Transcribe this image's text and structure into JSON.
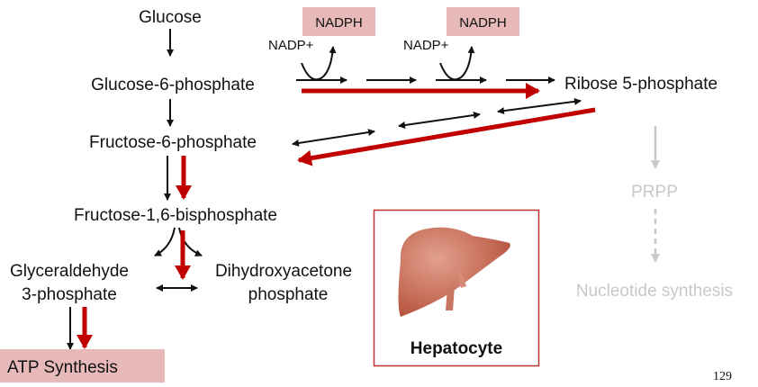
{
  "glycolysis": {
    "glucose": "Glucose",
    "g6p": "Glucose-6-phosphate",
    "f6p": "Fructose-6-phosphate",
    "f16bp": "Fructose-1,6-bisphosphate",
    "gap_line1": "Glyceraldehyde",
    "gap_line2": "3-phosphate",
    "dhap_line1": "Dihydroxyacetone",
    "dhap_line2": "phosphate",
    "atp": "ATP Synthesis"
  },
  "ppp": {
    "nadph_1": "NADPH",
    "nadph_2": "NADPH",
    "nadp_1": "NADP+",
    "nadp_2": "NADP+",
    "r5p": "Ribose 5-phosphate"
  },
  "downstream": {
    "prpp": "PRPP",
    "nucleotide": "Nucleotide synthesis"
  },
  "cell": {
    "label": "Hepatocyte"
  },
  "page_number": "129",
  "colors": {
    "red": "#c00000",
    "box_fill": "#e8b9b9",
    "gray": "#c8c8c8",
    "liver": "#c8644e"
  }
}
